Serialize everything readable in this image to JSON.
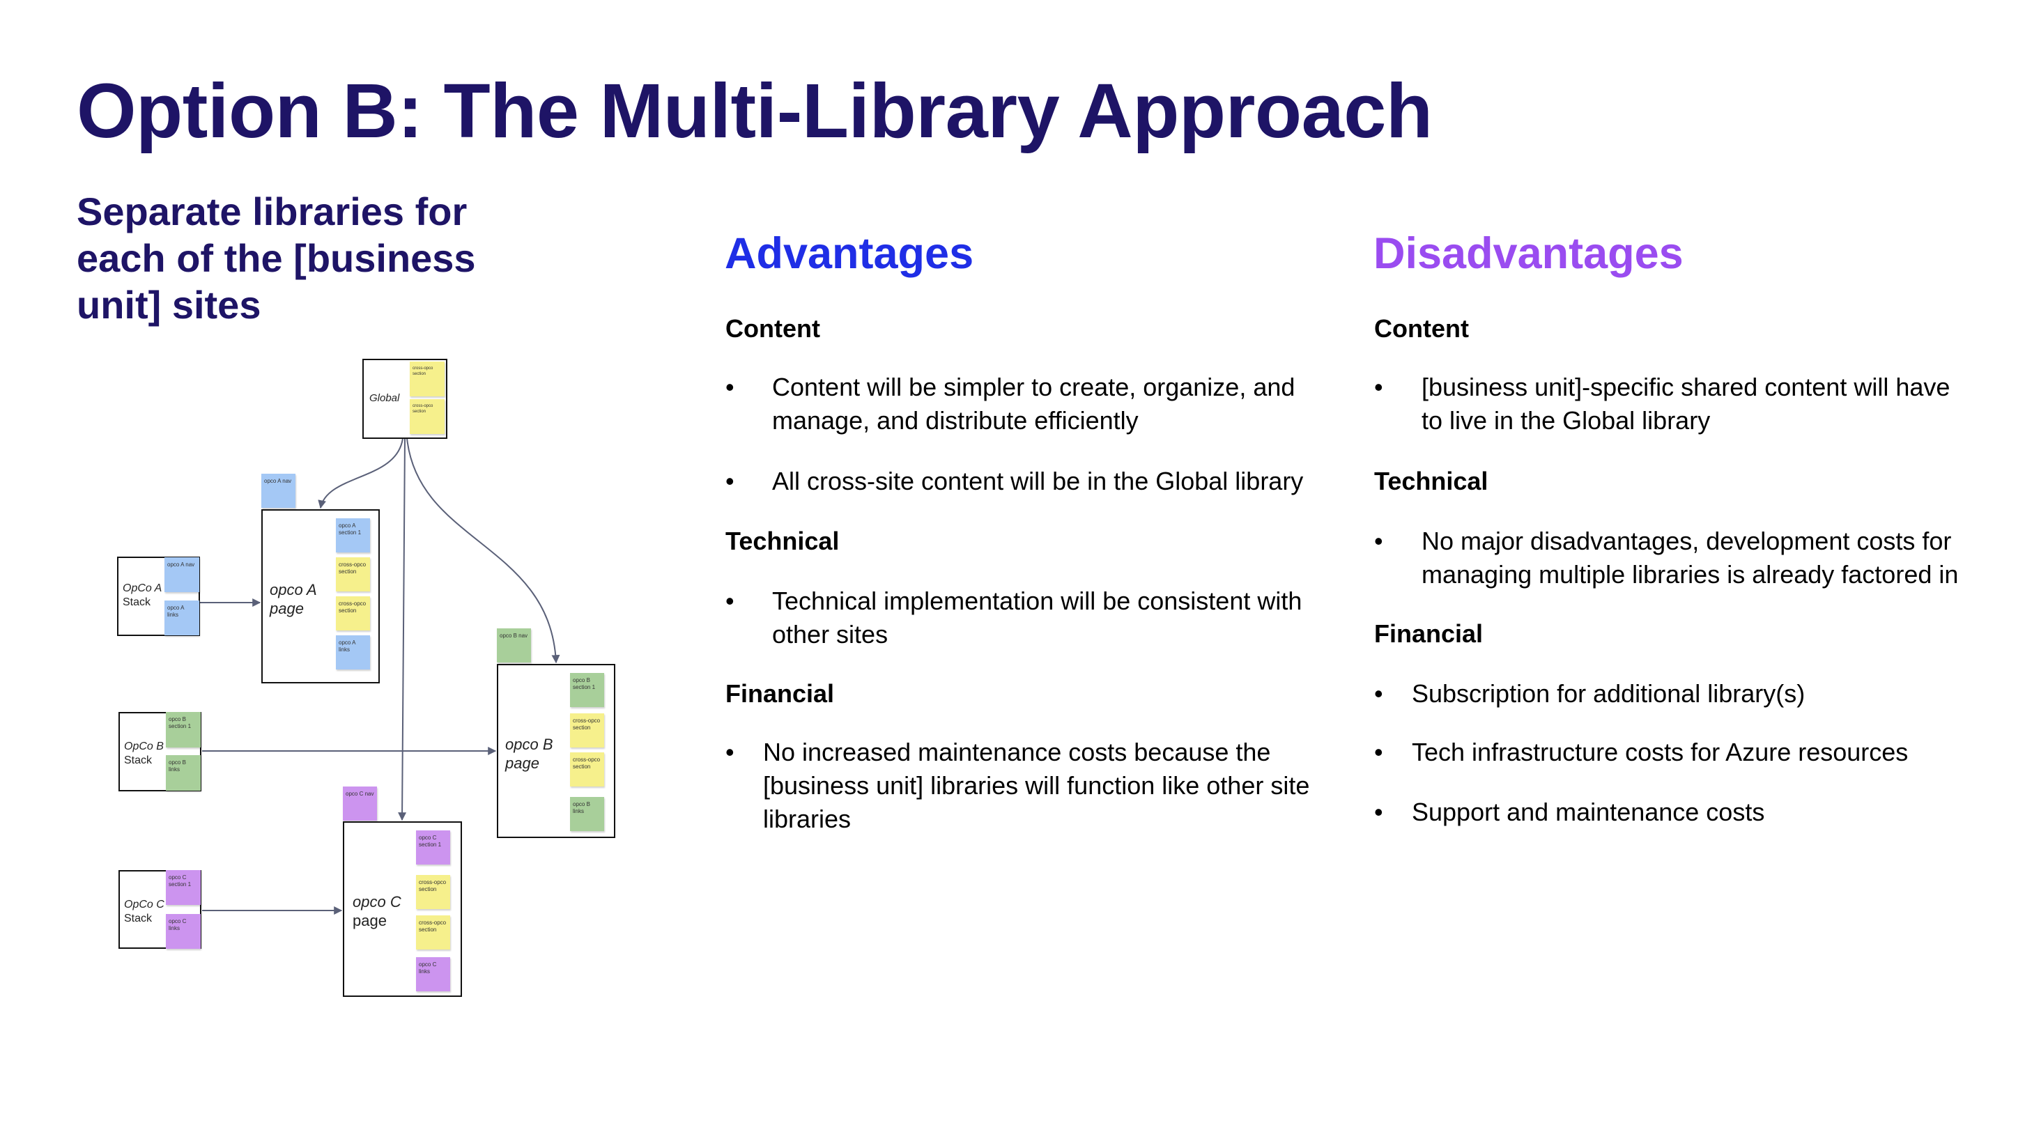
{
  "title": "Option B: The Multi-Library Approach",
  "subtitle": "Separate libraries for\neach of the [business\nunit] sites",
  "advantages": {
    "heading": "Advantages",
    "color": "#1f2ee6",
    "sections": [
      {
        "title": "Content",
        "bullets": [
          "Content will be simpler to create, organize, and\nmanage, and distribute efficiently",
          "All cross-site content will be in the Global library"
        ]
      },
      {
        "title": "Technical",
        "bullets": [
          "Technical implementation will be consistent with\nother sites"
        ]
      },
      {
        "title": "Financial",
        "bullets": [
          "No increased maintenance costs because the\n[business unit] libraries will function like other site\nlibraries"
        ]
      }
    ]
  },
  "disadvantages": {
    "heading": "Disadvantages",
    "color": "#9a4cf0",
    "sections": [
      {
        "title": "Content",
        "bullets": [
          "[business unit]-specific shared content will have\nto live in the Global library"
        ]
      },
      {
        "title": "Technical",
        "bullets": [
          "No major disadvantages, development costs for\nmanaging multiple libraries is already factored in"
        ]
      },
      {
        "title": "Financial",
        "bullets": [
          "Subscription for additional library(s)",
          "Tech infrastructure costs for Azure resources",
          "Support and maintenance costs"
        ]
      }
    ]
  },
  "bullet_glyph": "•",
  "diagram": {
    "global": {
      "label": "Global",
      "stickies": [
        "cross-opco section",
        "cross-opco section"
      ]
    },
    "opco_a": {
      "stack": [
        "OpCo A",
        "Stack"
      ],
      "stack_stickies": [
        "opco A nav",
        "opco A links"
      ],
      "nav": "opco A nav",
      "page": [
        "opco A",
        "page"
      ],
      "page_stickies": [
        "opco A section 1",
        "cross-opco section",
        "cross-opco section",
        "opco A links"
      ]
    },
    "opco_b": {
      "stack": [
        "OpCo B",
        "Stack"
      ],
      "stack_stickies": [
        "opco B section 1",
        "opco B links"
      ],
      "nav": "opco B nav",
      "page": [
        "opco B",
        "page"
      ],
      "page_stickies": [
        "opco B section 1",
        "cross-opco section",
        "cross-opco section",
        "opco B links"
      ]
    },
    "opco_c": {
      "stack": [
        "OpCo C",
        "Stack"
      ],
      "stack_stickies": [
        "opco C section 1",
        "opco C links"
      ],
      "nav": "opco C nav",
      "page": [
        "opco C",
        "page"
      ],
      "page_stickies": [
        "opco C section 1",
        "cross-opco section",
        "cross-opco section",
        "opco C links"
      ]
    }
  }
}
